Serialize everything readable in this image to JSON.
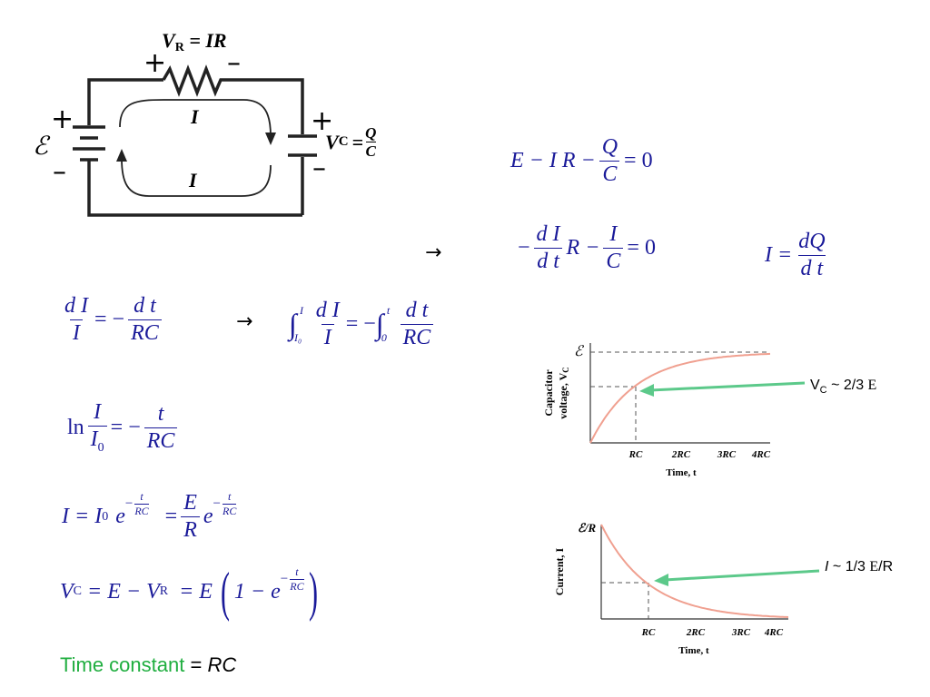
{
  "circuit": {
    "emf": "ℰ",
    "plus_left": "+",
    "minus_left": "–",
    "plus_top": "+",
    "minus_top": "–",
    "plus_right": "+",
    "minus_right": "–",
    "vr_label": "V",
    "vr_sub": "R",
    "vr_eq": "= IR",
    "vc_label": "V",
    "vc_sub": "C",
    "vc_eq": "=",
    "vc_num": "Q",
    "vc_den": "C",
    "current_top": "I",
    "current_bottom": "I"
  },
  "eq_kirchhoff": {
    "lhs": "E − I R −",
    "num": "Q",
    "den": "C",
    "rhs": "= 0"
  },
  "eq_diff": {
    "minus": "−",
    "num1": "d I",
    "den1": "d t",
    "mid": "R −",
    "num2": "I",
    "den2": "C",
    "rhs": "= 0"
  },
  "eq_current_def": {
    "lhs": "I =",
    "num": "dQ",
    "den": "d t"
  },
  "arrow_1": "→",
  "arrow_2": "→",
  "eq_separate": {
    "num1": "d I",
    "den1": "I",
    "eq": "= −",
    "num2": "d t",
    "den2": "RC"
  },
  "eq_integral": {
    "int_sym": "∫",
    "upper1": "I",
    "lower1": "I₀",
    "num1": "d I",
    "den1": "I",
    "eq": "= −",
    "int_sym2": "∫",
    "upper2": "t",
    "lower2": "0",
    "num2": "d t",
    "den2": "RC"
  },
  "eq_log": {
    "ln": "ln",
    "num1": "I",
    "den1": "I",
    "den1_sub": "0",
    "eq": "= −",
    "num2": "t",
    "den2": "RC"
  },
  "eq_solution": {
    "lhs": "I = I",
    "lhs_sub": "0",
    "e1": "e",
    "exp_minus": "−",
    "exp_num": "t",
    "exp_den": "RC",
    "eq2": "=",
    "num": "E",
    "den": "R",
    "e2": "e"
  },
  "eq_vc": {
    "lhs": "V",
    "lhs_sub": "C",
    "mid": "= E − V",
    "mid_sub": "R",
    "eq2": "= E",
    "one_minus": "1 − e",
    "exp_minus": "−",
    "exp_num": "t",
    "exp_den": "RC"
  },
  "time_constant": {
    "label": "Time constant",
    "rest": " = ",
    "value": "RC"
  },
  "plot_voltage": {
    "y_top_label": "ℰ",
    "ylabel_line1": "Capacitor",
    "ylabel_line2": "voltage, V",
    "ylabel_sub": "C",
    "ticks": [
      "RC",
      "2RC",
      "3RC",
      "4RC"
    ],
    "xlabel": "Time, t",
    "note_main": "V",
    "note_sub": "C",
    "note_rest": " ~ 2/3 ",
    "note_E": "E",
    "curve_color": "#f0a090",
    "arrow_color": "#5cc98a"
  },
  "plot_current": {
    "y_top_label": "ℰ/R",
    "ylabel": "Current, I",
    "ticks": [
      "RC",
      "2RC",
      "3RC",
      "4RC"
    ],
    "xlabel": "Time, t",
    "note_main": "I",
    "note_rest": " ~ 1/3 ",
    "note_E": "E",
    "note_tail": "/R",
    "curve_color": "#f0a090",
    "arrow_color": "#5cc98a"
  }
}
